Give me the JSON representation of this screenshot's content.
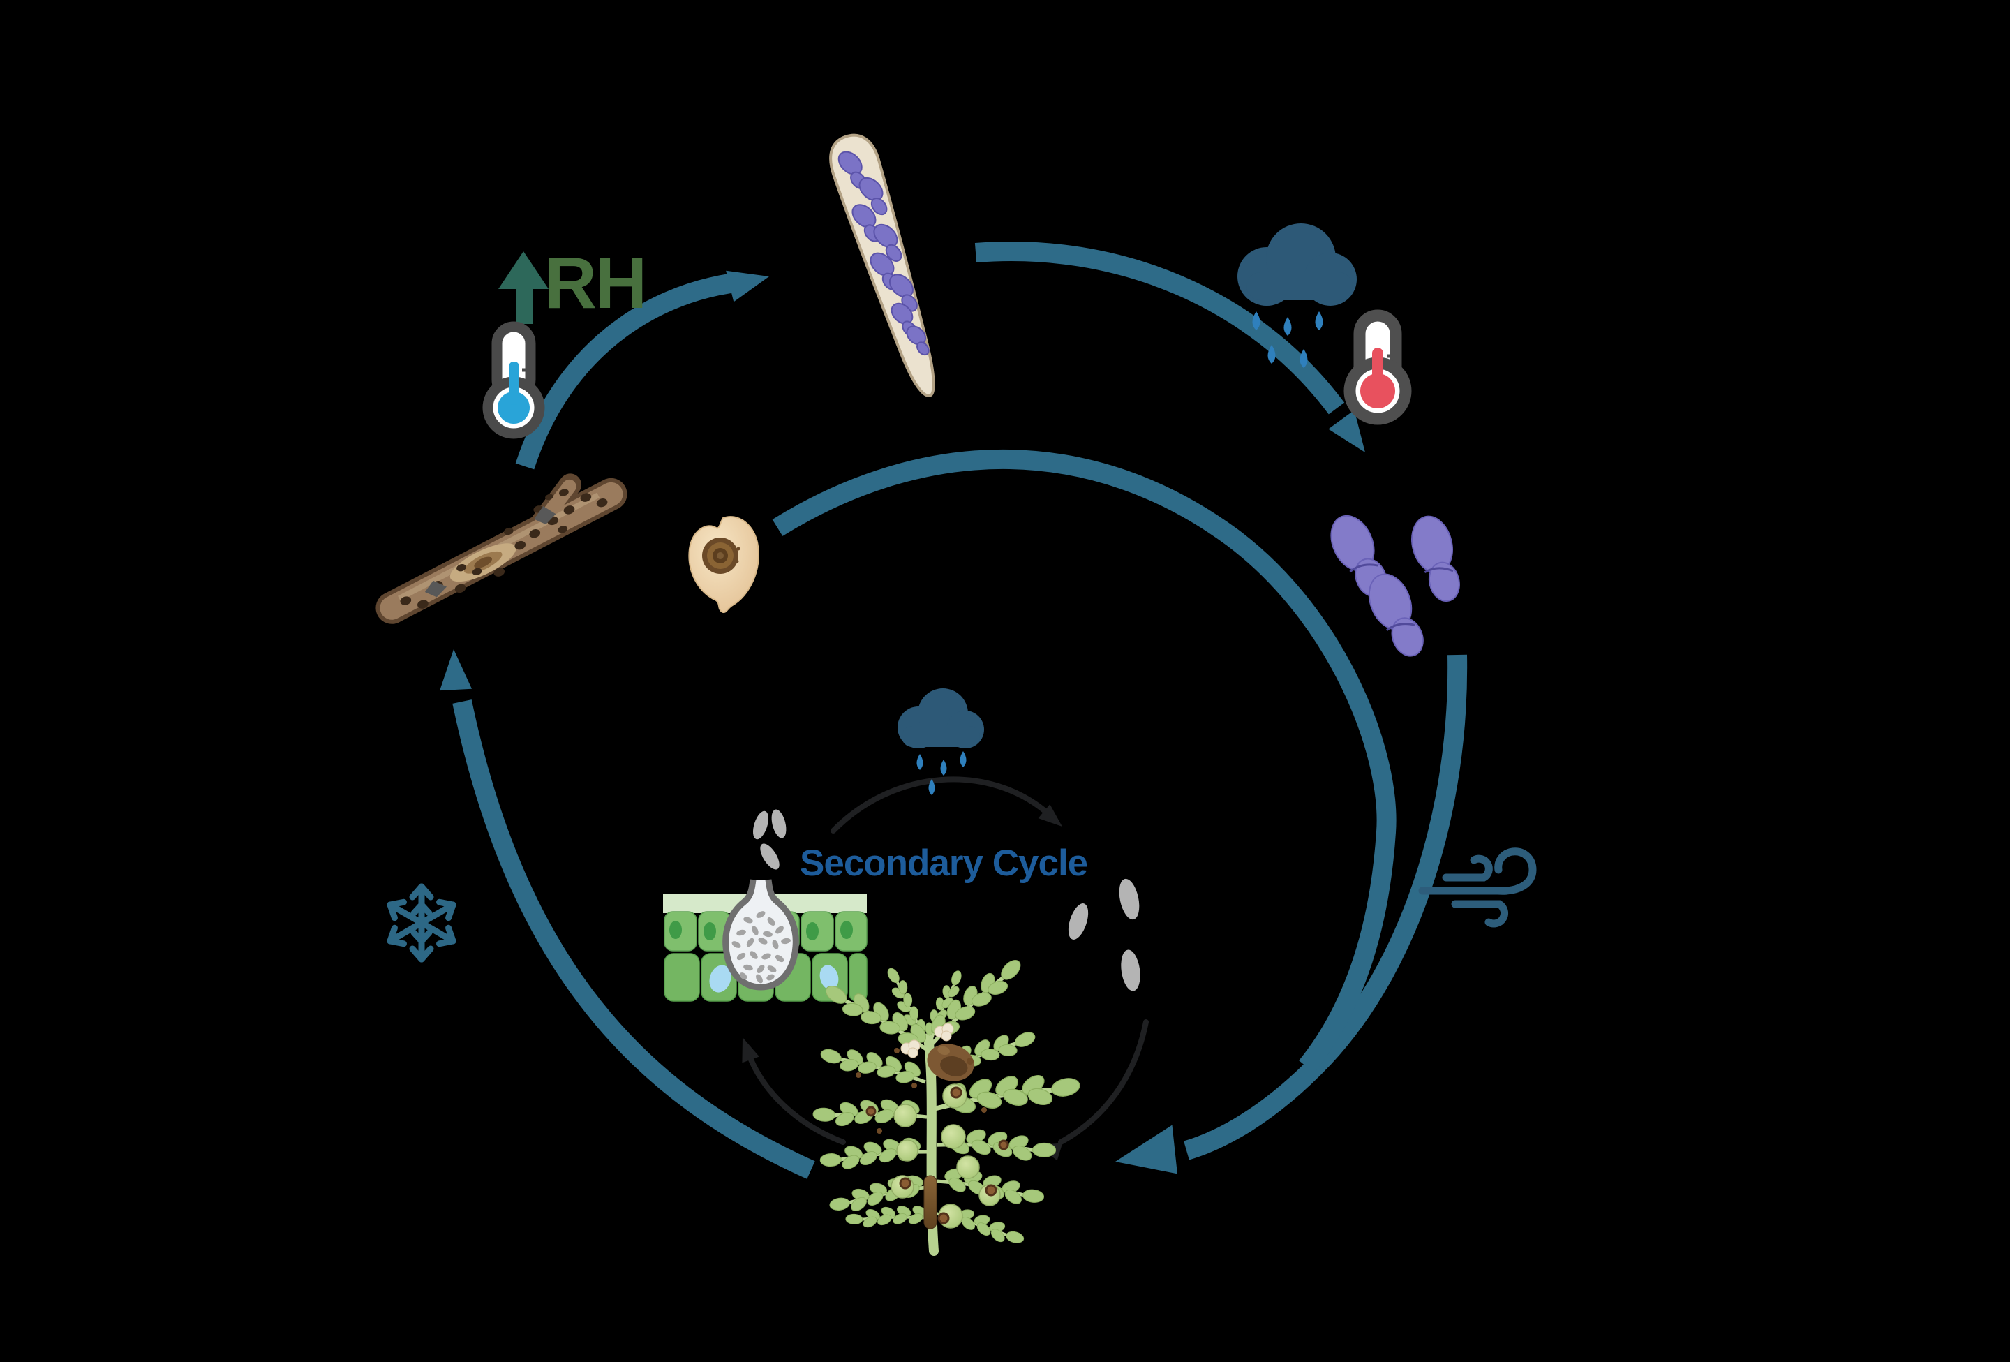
{
  "background": "#000000",
  "labels": {
    "humidity_increase": "RH",
    "secondary_cycle": "Secondary Cycle"
  },
  "colors": {
    "primary_arrow_teal": "#2e6b88",
    "secondary_arrow_dark": "#1f2022",
    "humidity_text_green": "#48703e",
    "humidity_arrow_green": "#2d685a",
    "secondary_text_blue": "#1d5c9b",
    "cold_thermometer_blue": "#29a4d8",
    "warm_thermometer_red": "#e8515e",
    "cloud_slate": "#2d5977",
    "raindrop_blue": "#2f80bd",
    "snowflake_teal": "#2d6886",
    "wind_teal": "#2d5d7b",
    "ascospore_purple": "#837bc9",
    "ascus_cream": "#ebe2cf",
    "conidia_gray": "#b4b4b4",
    "leaf_cell_green": "#7fbf6d",
    "twig_brown": "#9a7b5d",
    "seed_tan": "#eed7ae",
    "plant_green": "#a6c87b"
  },
  "icons": [
    "up-arrow-icon",
    "cold-thermometer-icon",
    "rain-cloud-icon",
    "warm-thermometer-icon",
    "small-rain-cloud-icon",
    "wind-icon",
    "snowflake-icon"
  ],
  "illustrations": [
    "infested-stubble",
    "ascus-with-ascospores",
    "released-ascospores",
    "infected-seed",
    "pycnidium-in-leaf-tissue",
    "conidia",
    "infected-plant"
  ]
}
